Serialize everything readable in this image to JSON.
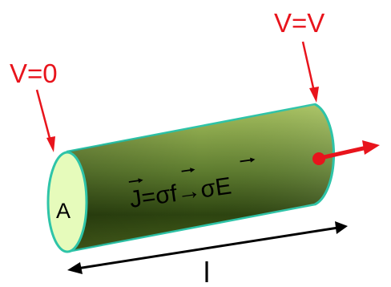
{
  "labels": {
    "potential_left": "V=0",
    "potential_right": "V=V",
    "area": "A",
    "length": "l",
    "equation": {
      "J": "J",
      "eq": "=",
      "sigma1": "σ",
      "f": "f",
      "implies": "→",
      "sigma2": "σ",
      "E": "E"
    }
  },
  "colors": {
    "potential_text": "#e8141c",
    "cylinder_outline": "#2ec4a8",
    "cylinder_face": "#e6fbbb",
    "current_arrow": "#e8141c",
    "length_arrow": "#000000"
  }
}
